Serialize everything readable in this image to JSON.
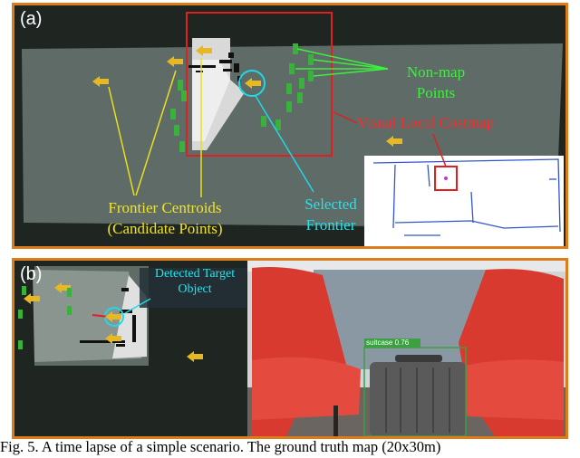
{
  "panel_a": {
    "label": "(a)",
    "annotations": {
      "non_map_points_line1": "Non-map",
      "non_map_points_line2": "Points",
      "visual_local_costmap": "Visual Local Costmap",
      "frontier_centroids_line1": "Frontier Centroids",
      "frontier_centroids_line2": "(Candidate Points)",
      "selected_frontier_line1": "Selected",
      "selected_frontier_line2": "Frontier"
    }
  },
  "panel_b": {
    "label": "(b)",
    "annotations": {
      "detected_target_line1": "Detected Target",
      "detected_target_line2": "Object"
    },
    "detection_label": "suitcase 0.76"
  },
  "caption": "Fig. 5.   A time lapse of a simple scenario. The ground truth map (20x30m)",
  "colors": {
    "frame": "#e07b1a",
    "frontier_arrow": "#e8b820",
    "non_map_point": "#3cb03c",
    "costmap_box": "#e02020",
    "selection": "#20d8e8",
    "detection_box": "#3aa040"
  }
}
